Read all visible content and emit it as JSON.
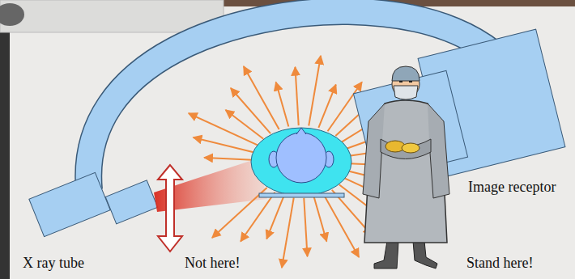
{
  "diagram": {
    "labels": [
      "Image receptor",
      "X ray tube",
      "Not here!",
      "Stand here!"
    ]
  }
}
